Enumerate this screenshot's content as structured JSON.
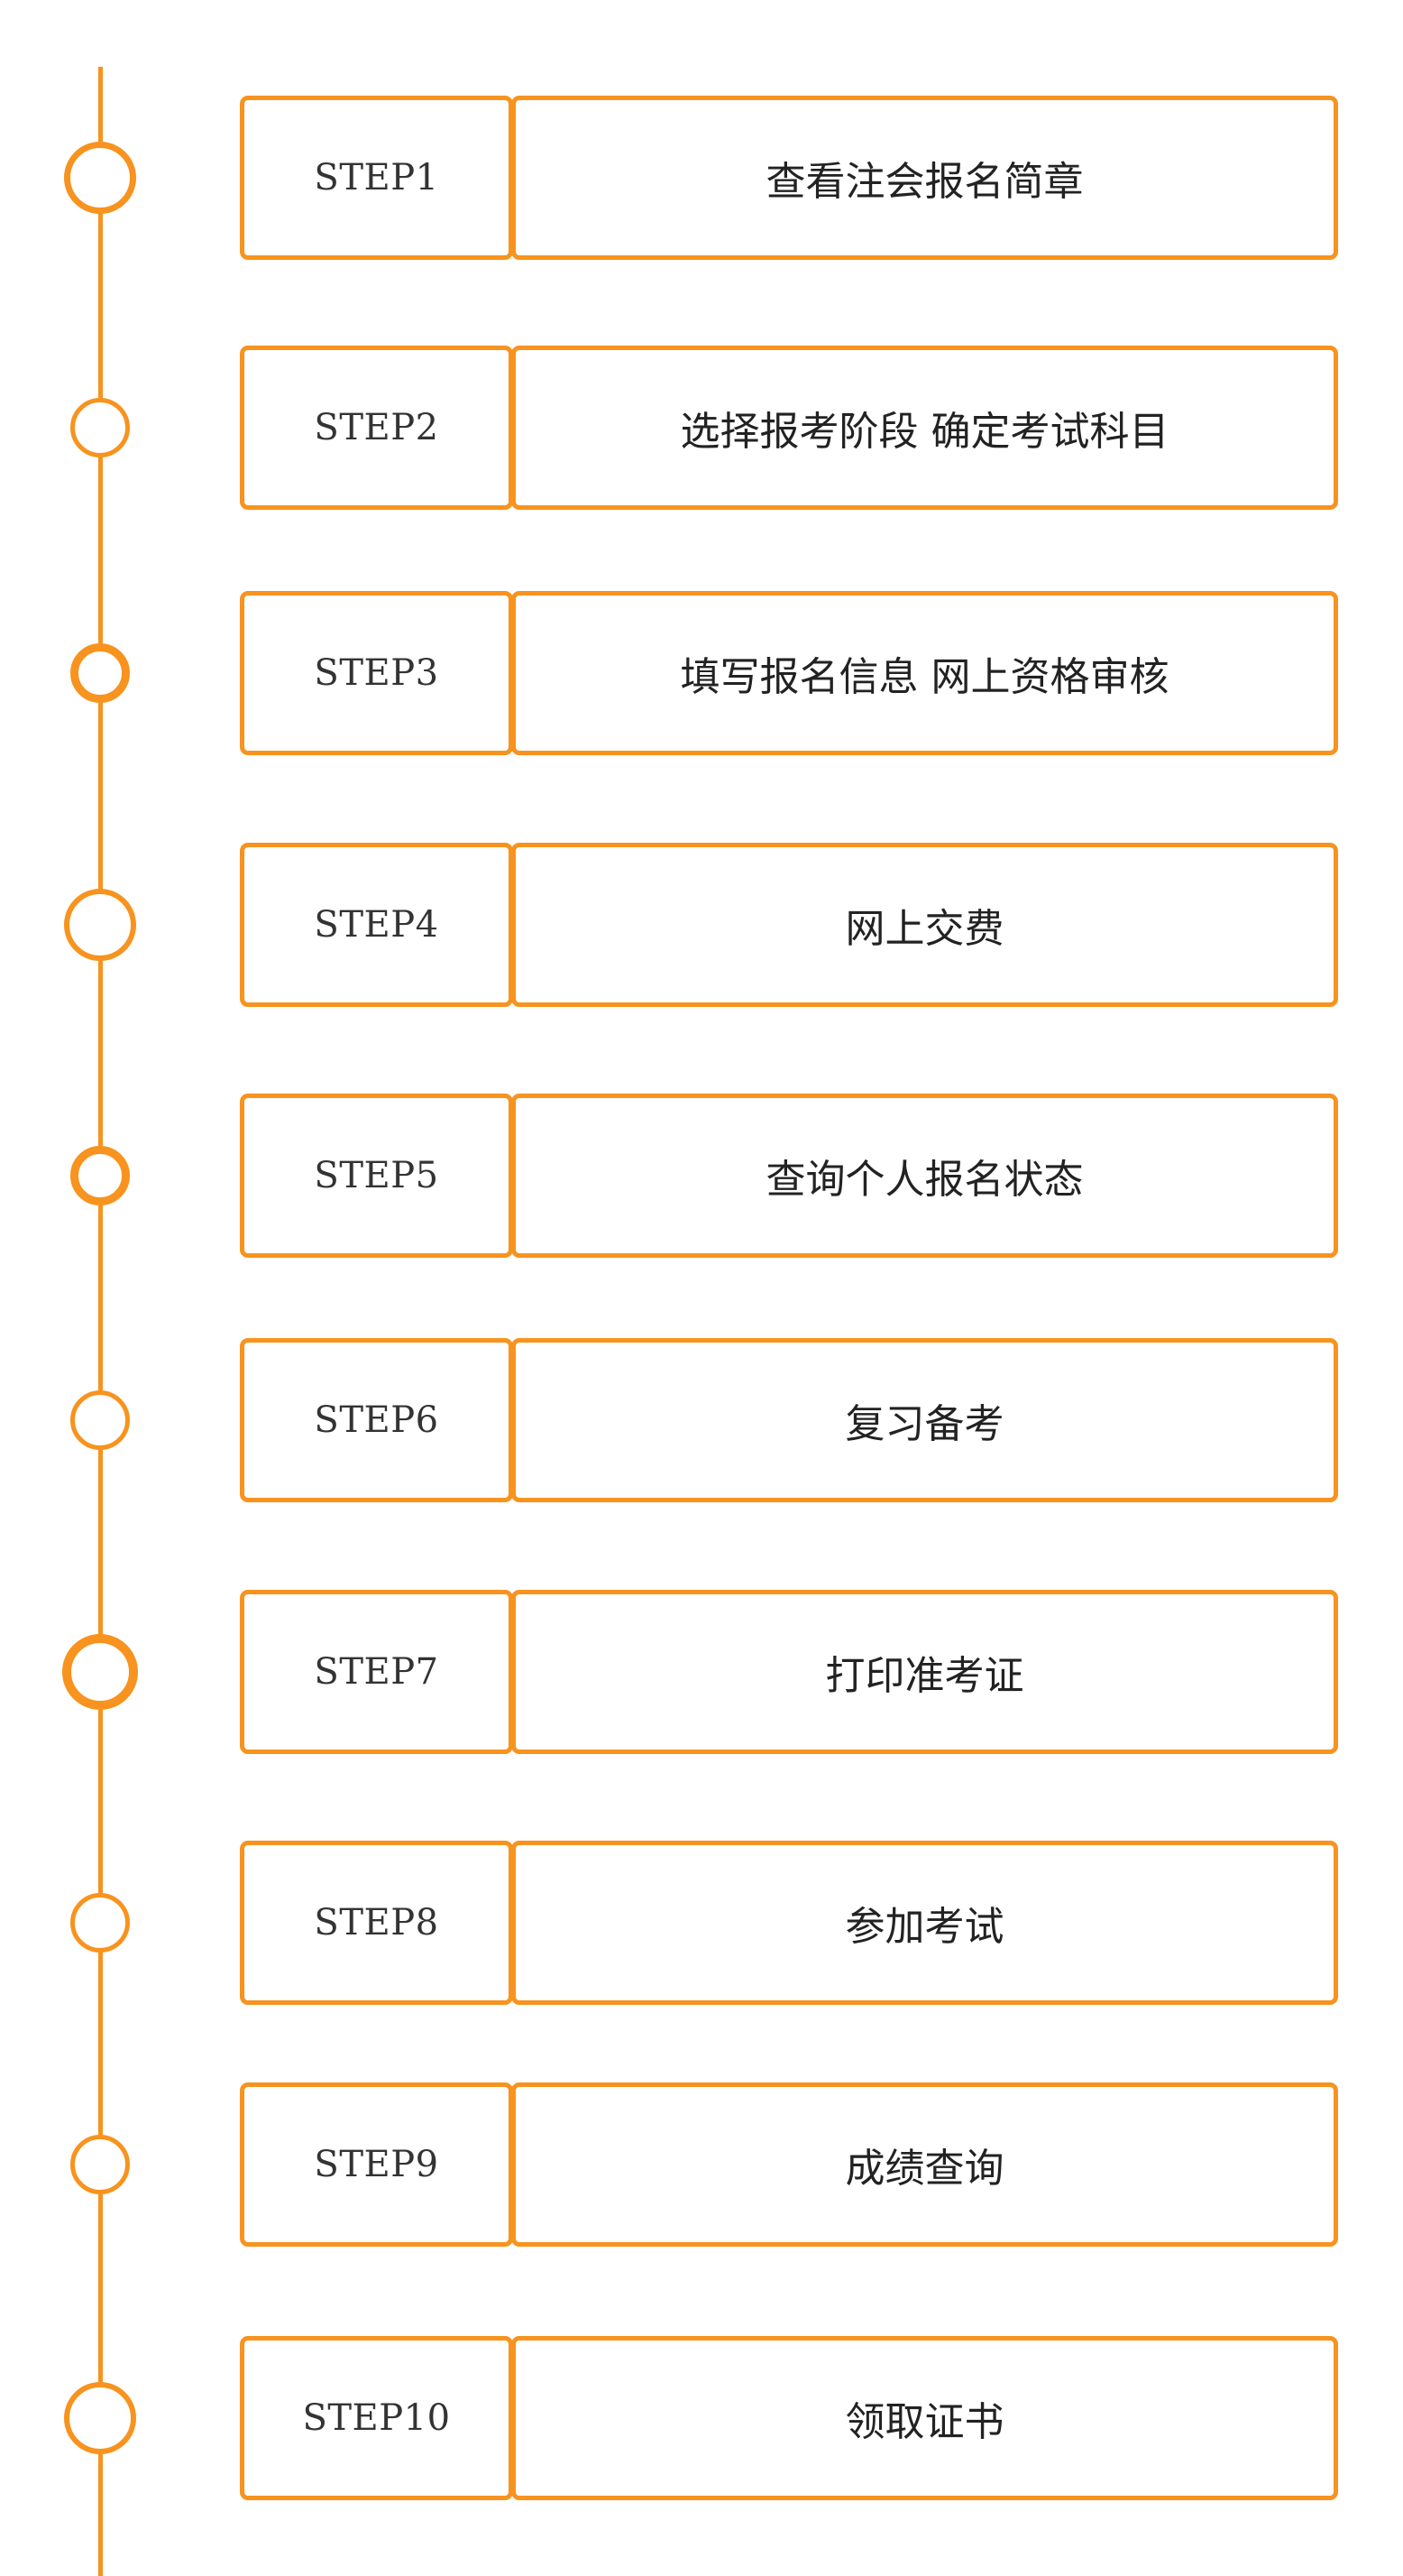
{
  "colors": {
    "accent": "#F7931E",
    "label_text": "#333333",
    "title_text": "#222222"
  },
  "steps": [
    {
      "label": "STEP1",
      "title": "查看注会报名简章"
    },
    {
      "label": "STEP2",
      "title": "选择报考阶段 确定考试科目"
    },
    {
      "label": "STEP3",
      "title": "填写报名信息 网上资格审核"
    },
    {
      "label": "STEP4",
      "title": "网上交费"
    },
    {
      "label": "STEP5",
      "title": "查询个人报名状态"
    },
    {
      "label": "STEP6",
      "title": "复习备考"
    },
    {
      "label": "STEP7",
      "title": "打印准考证"
    },
    {
      "label": "STEP8",
      "title": "参加考试"
    },
    {
      "label": "STEP9",
      "title": "成绩查询"
    },
    {
      "label": "STEP10",
      "title": "领取证书"
    }
  ]
}
